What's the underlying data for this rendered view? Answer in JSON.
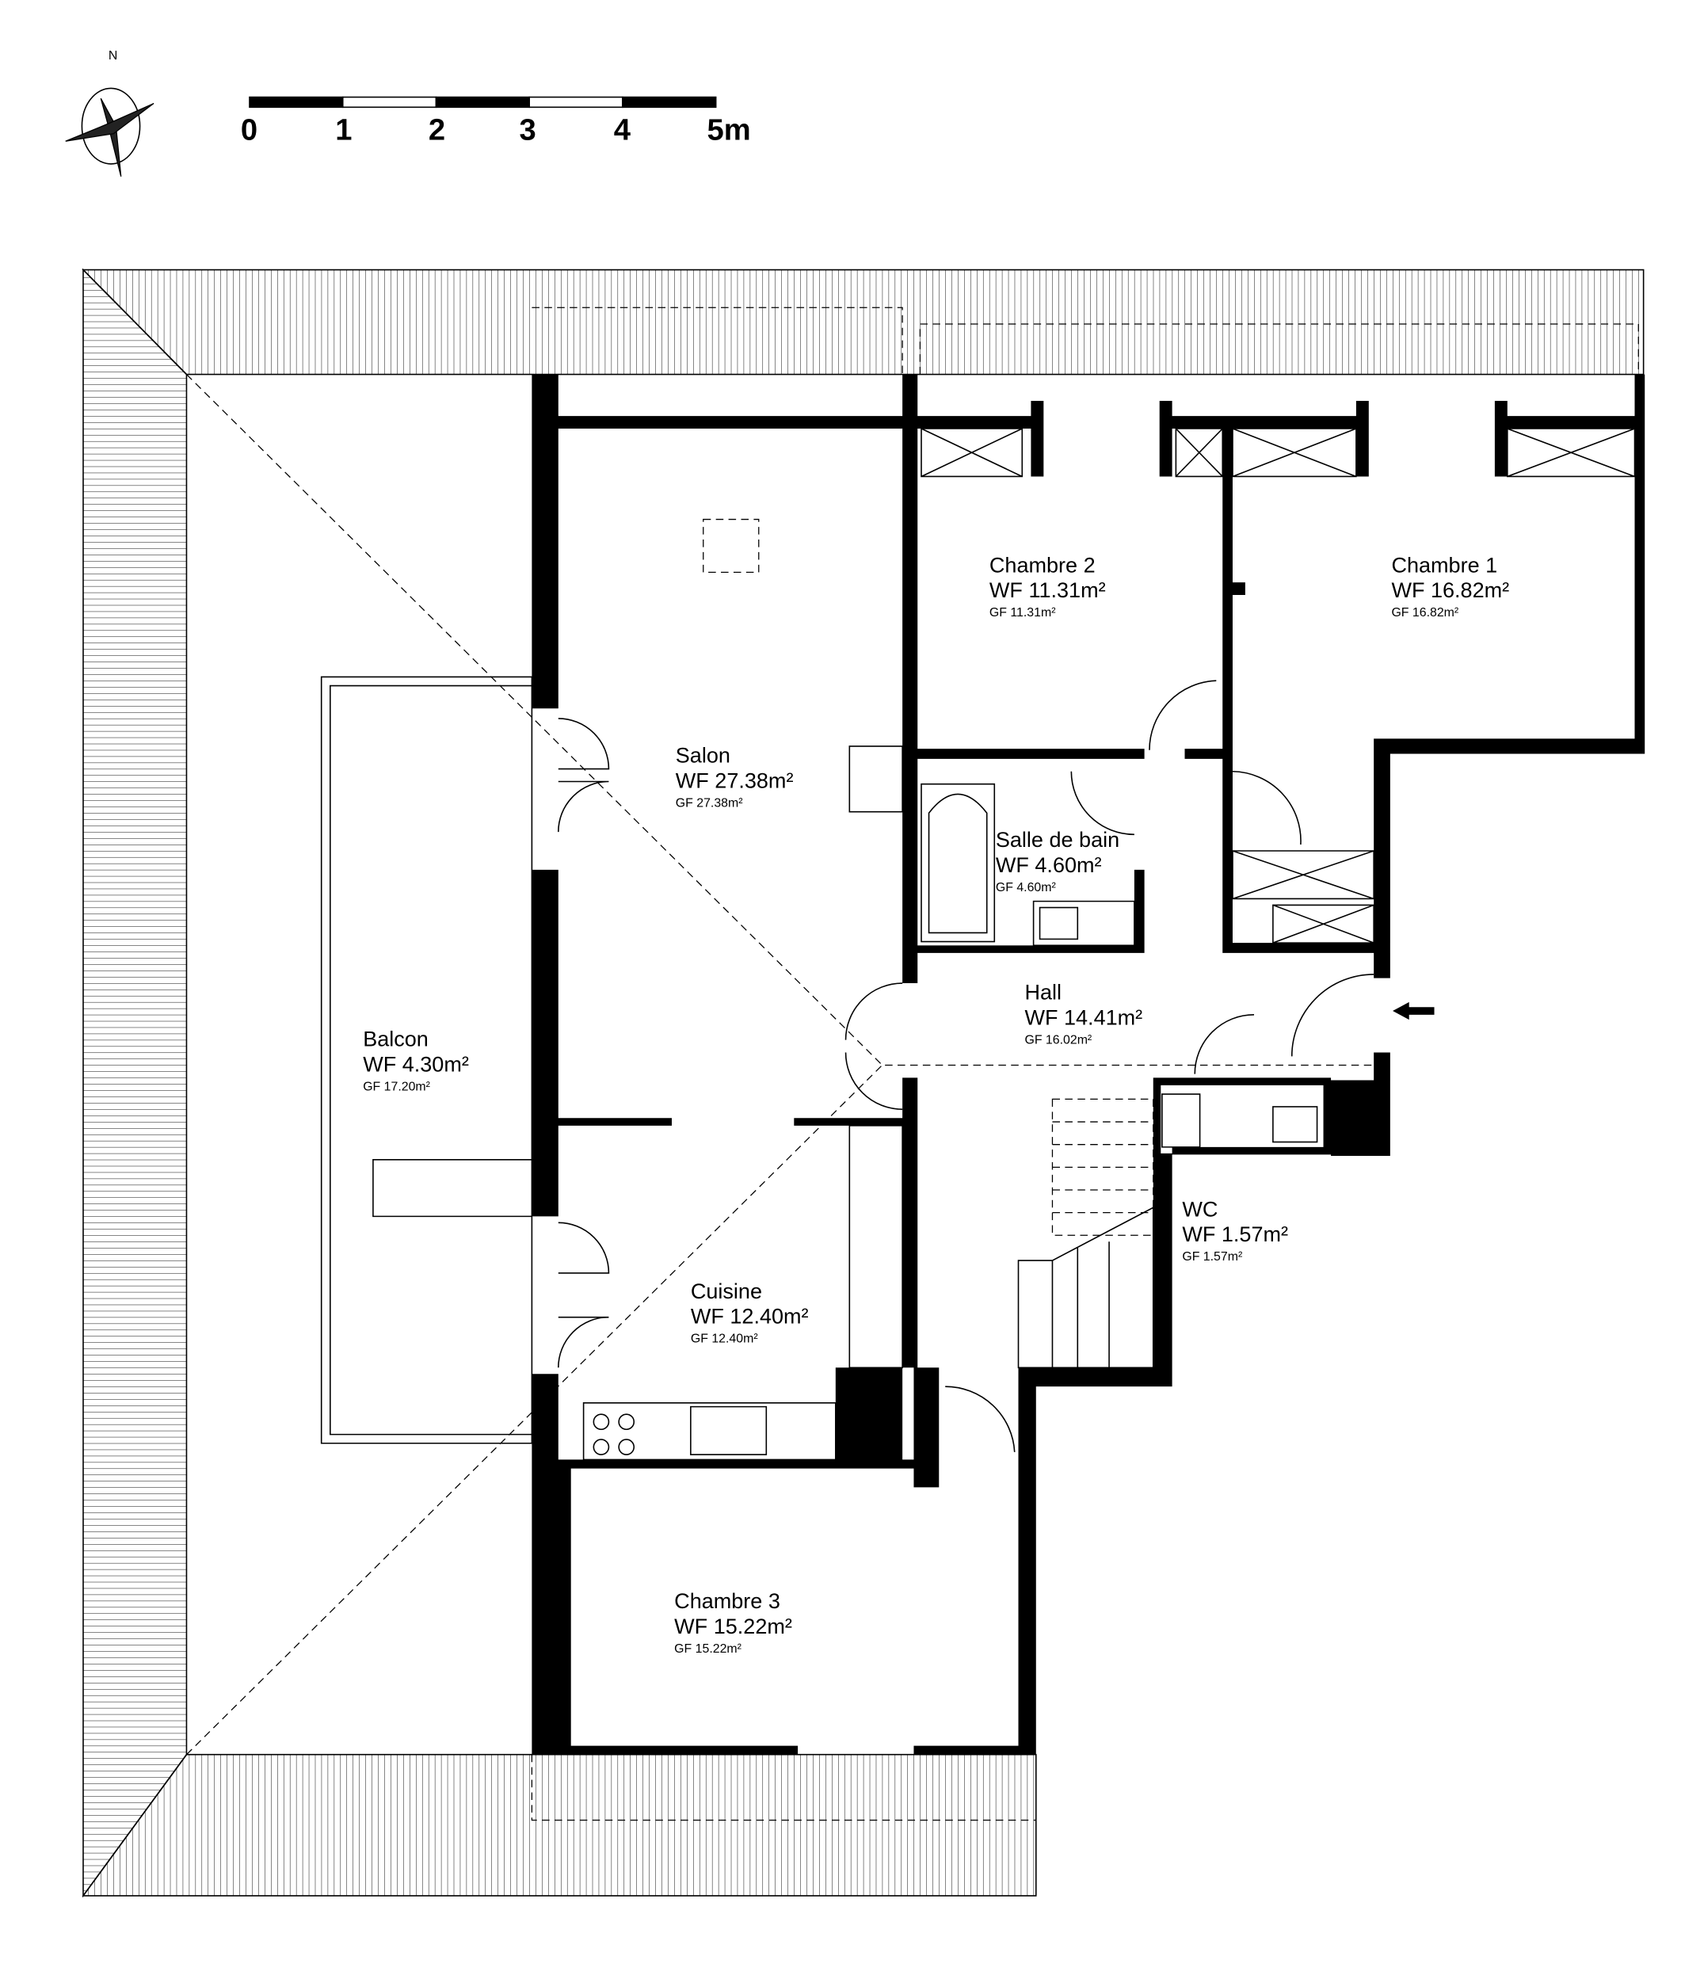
{
  "compass": {
    "north_label": "N",
    "icon": "compass-rose-icon"
  },
  "scale_bar": {
    "ticks": [
      "0",
      "1",
      "2",
      "3",
      "4",
      "5m"
    ]
  },
  "rooms": {
    "salon": {
      "name": "Salon",
      "wf": "WF 27.38m²",
      "gf": "GF 27.38m²"
    },
    "chambre2": {
      "name": "Chambre 2",
      "wf": "WF 11.31m²",
      "gf": "GF 11.31m²"
    },
    "chambre1": {
      "name": "Chambre 1",
      "wf": "WF 16.82m²",
      "gf": "GF 16.82m²"
    },
    "bain": {
      "name": "Salle de bain",
      "wf": "WF 4.60m²",
      "gf": "GF 4.60m²"
    },
    "hall": {
      "name": "Hall",
      "wf": "WF 14.41m²",
      "gf": "GF 16.02m²"
    },
    "balcon": {
      "name": "Balcon",
      "wf": "WF 4.30m²",
      "gf": "GF 17.20m²"
    },
    "wc": {
      "name": "WC",
      "wf": "WF 1.57m²",
      "gf": "GF 1.57m²"
    },
    "cuisine": {
      "name": "Cuisine",
      "wf": "WF 12.40m²",
      "gf": "GF 12.40m²"
    },
    "chambre3": {
      "name": "Chambre 3",
      "wf": "WF 15.22m²",
      "gf": "GF 15.22m²"
    }
  }
}
